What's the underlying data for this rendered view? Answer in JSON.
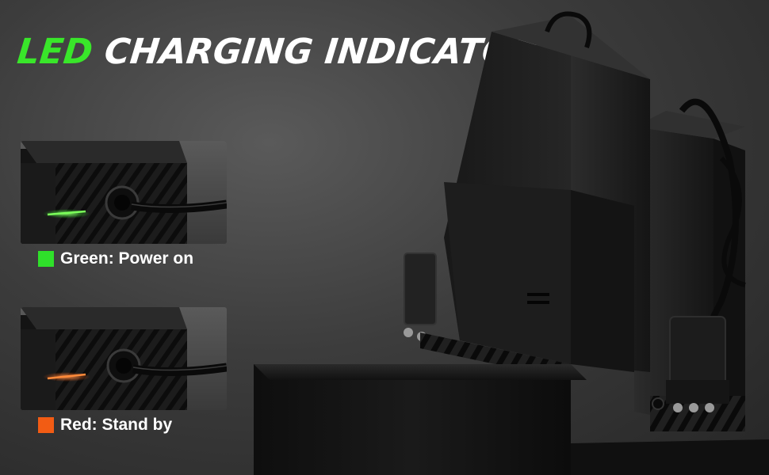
{
  "title": {
    "accent": "LED",
    "rest": " CHARGING INDICATOR"
  },
  "indicators": [
    {
      "label": "Green: Power on",
      "color": "#2fe02a"
    },
    {
      "label": "Red: Stand by",
      "color": "#f25c14"
    }
  ]
}
